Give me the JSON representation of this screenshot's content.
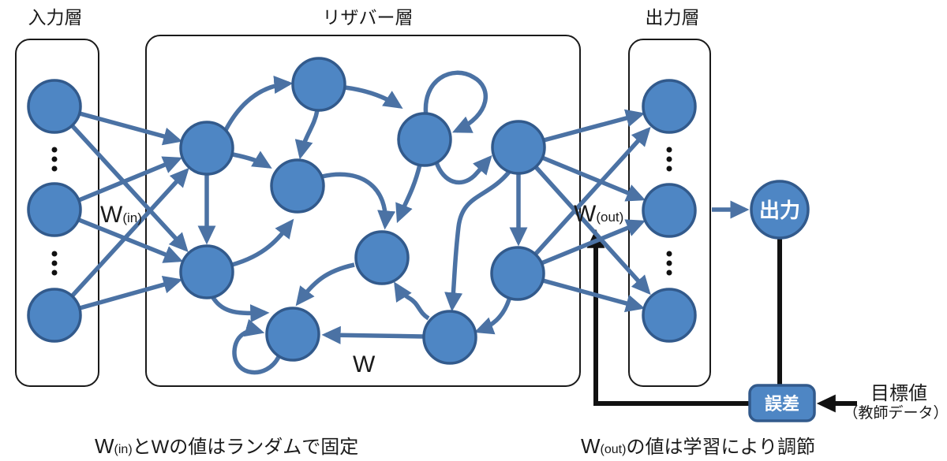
{
  "layers": {
    "input": {
      "label": "入力層"
    },
    "reservoir": {
      "label": "リザバー層"
    },
    "output": {
      "label": "出力層"
    }
  },
  "weights": {
    "w_in": {
      "main": "W",
      "sub": "(in)"
    },
    "w": {
      "main": "W"
    },
    "w_out": {
      "main": "W",
      "sub": "(out)"
    }
  },
  "output_node_label": "出力",
  "error_label": "誤差",
  "target": {
    "line1": "目標値",
    "line2": "（教師データ）"
  },
  "captions": {
    "left": {
      "w": "W",
      "sub": "(in)",
      "rest": "とWの値はランダムで固定"
    },
    "right": {
      "w": "W",
      "sub": "(out)",
      "rest": "の値は学習により調節"
    }
  },
  "colors": {
    "node_fill": "#4E86C4",
    "node_stroke": "#325A8C",
    "connector": "#4B72A4",
    "feedback": "#111111",
    "box_stroke": "#1A1A1A"
  }
}
